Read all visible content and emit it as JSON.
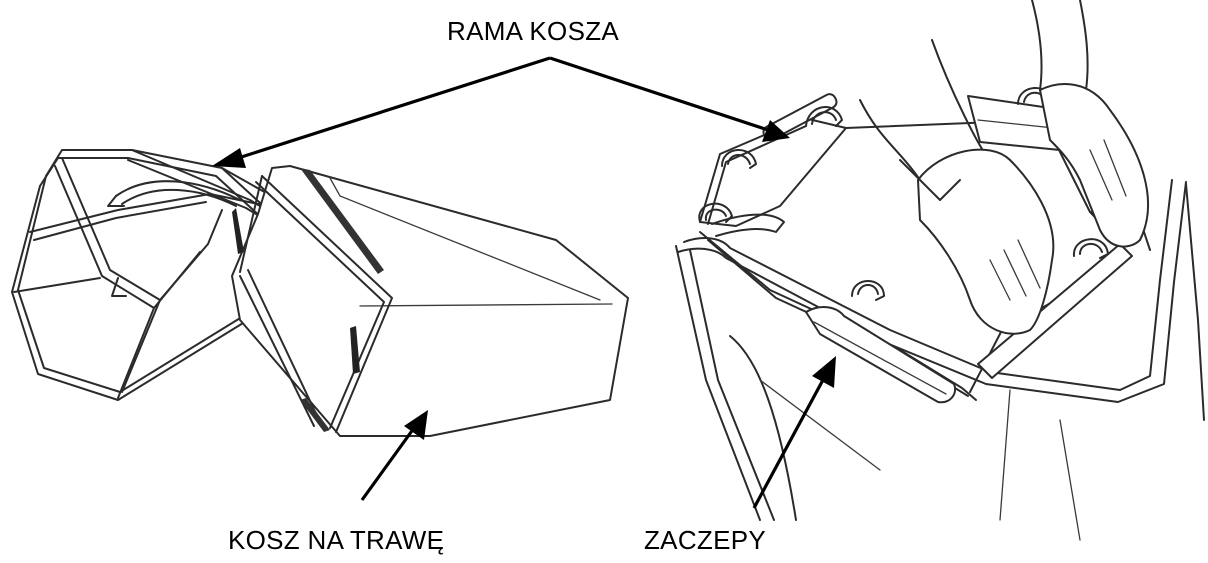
{
  "labels": {
    "frame": "RAMA KOSZA",
    "bag": "KOSZ NA TRAWĘ",
    "hooks": "ZACZEPY"
  },
  "colors": {
    "ink": "#000000",
    "background": "#ffffff"
  }
}
